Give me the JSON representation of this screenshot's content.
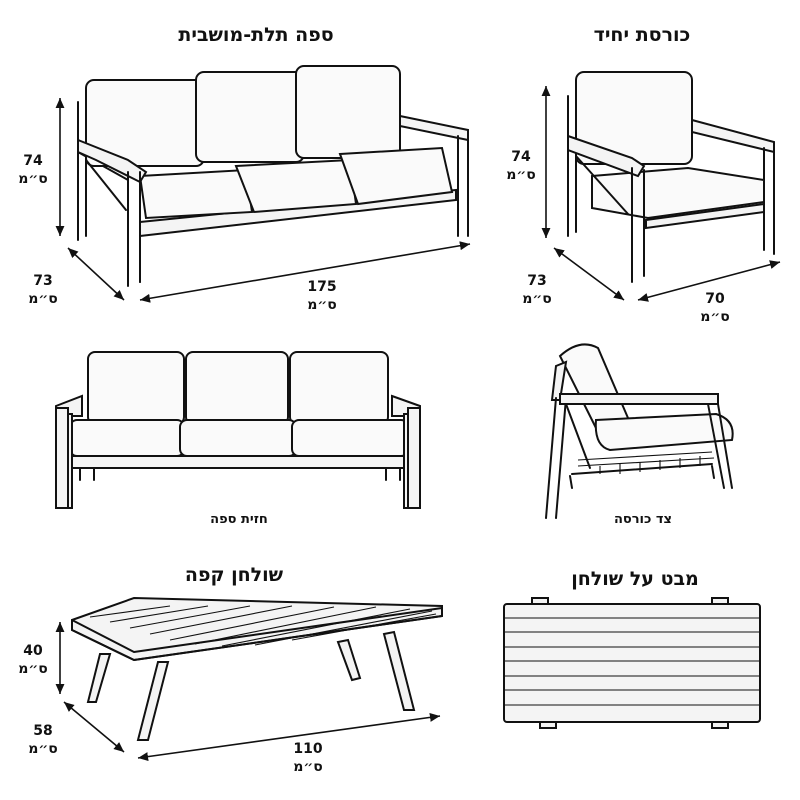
{
  "titles": {
    "sofa": "ספה תלת-מושבית",
    "armchair": "כורסת יחיד",
    "coffee_table": "שולחן קפה",
    "table_top_view": "מבט על שולחן"
  },
  "captions": {
    "sofa_front": "חזית ספה",
    "chair_side": "צד כורסה"
  },
  "unit": "ס״מ",
  "dimensions": {
    "sofa_height": "74",
    "sofa_depth": "73",
    "sofa_width": "175",
    "chair_height": "74",
    "chair_depth": "73",
    "chair_width": "70",
    "table_height": "40",
    "table_depth": "58",
    "table_width": "110"
  },
  "icons": [
    "three-seat-sofa-drawing",
    "armchair-drawing",
    "sofa-front-view-drawing",
    "chair-side-view-drawing",
    "coffee-table-drawing",
    "table-top-view-drawing"
  ]
}
